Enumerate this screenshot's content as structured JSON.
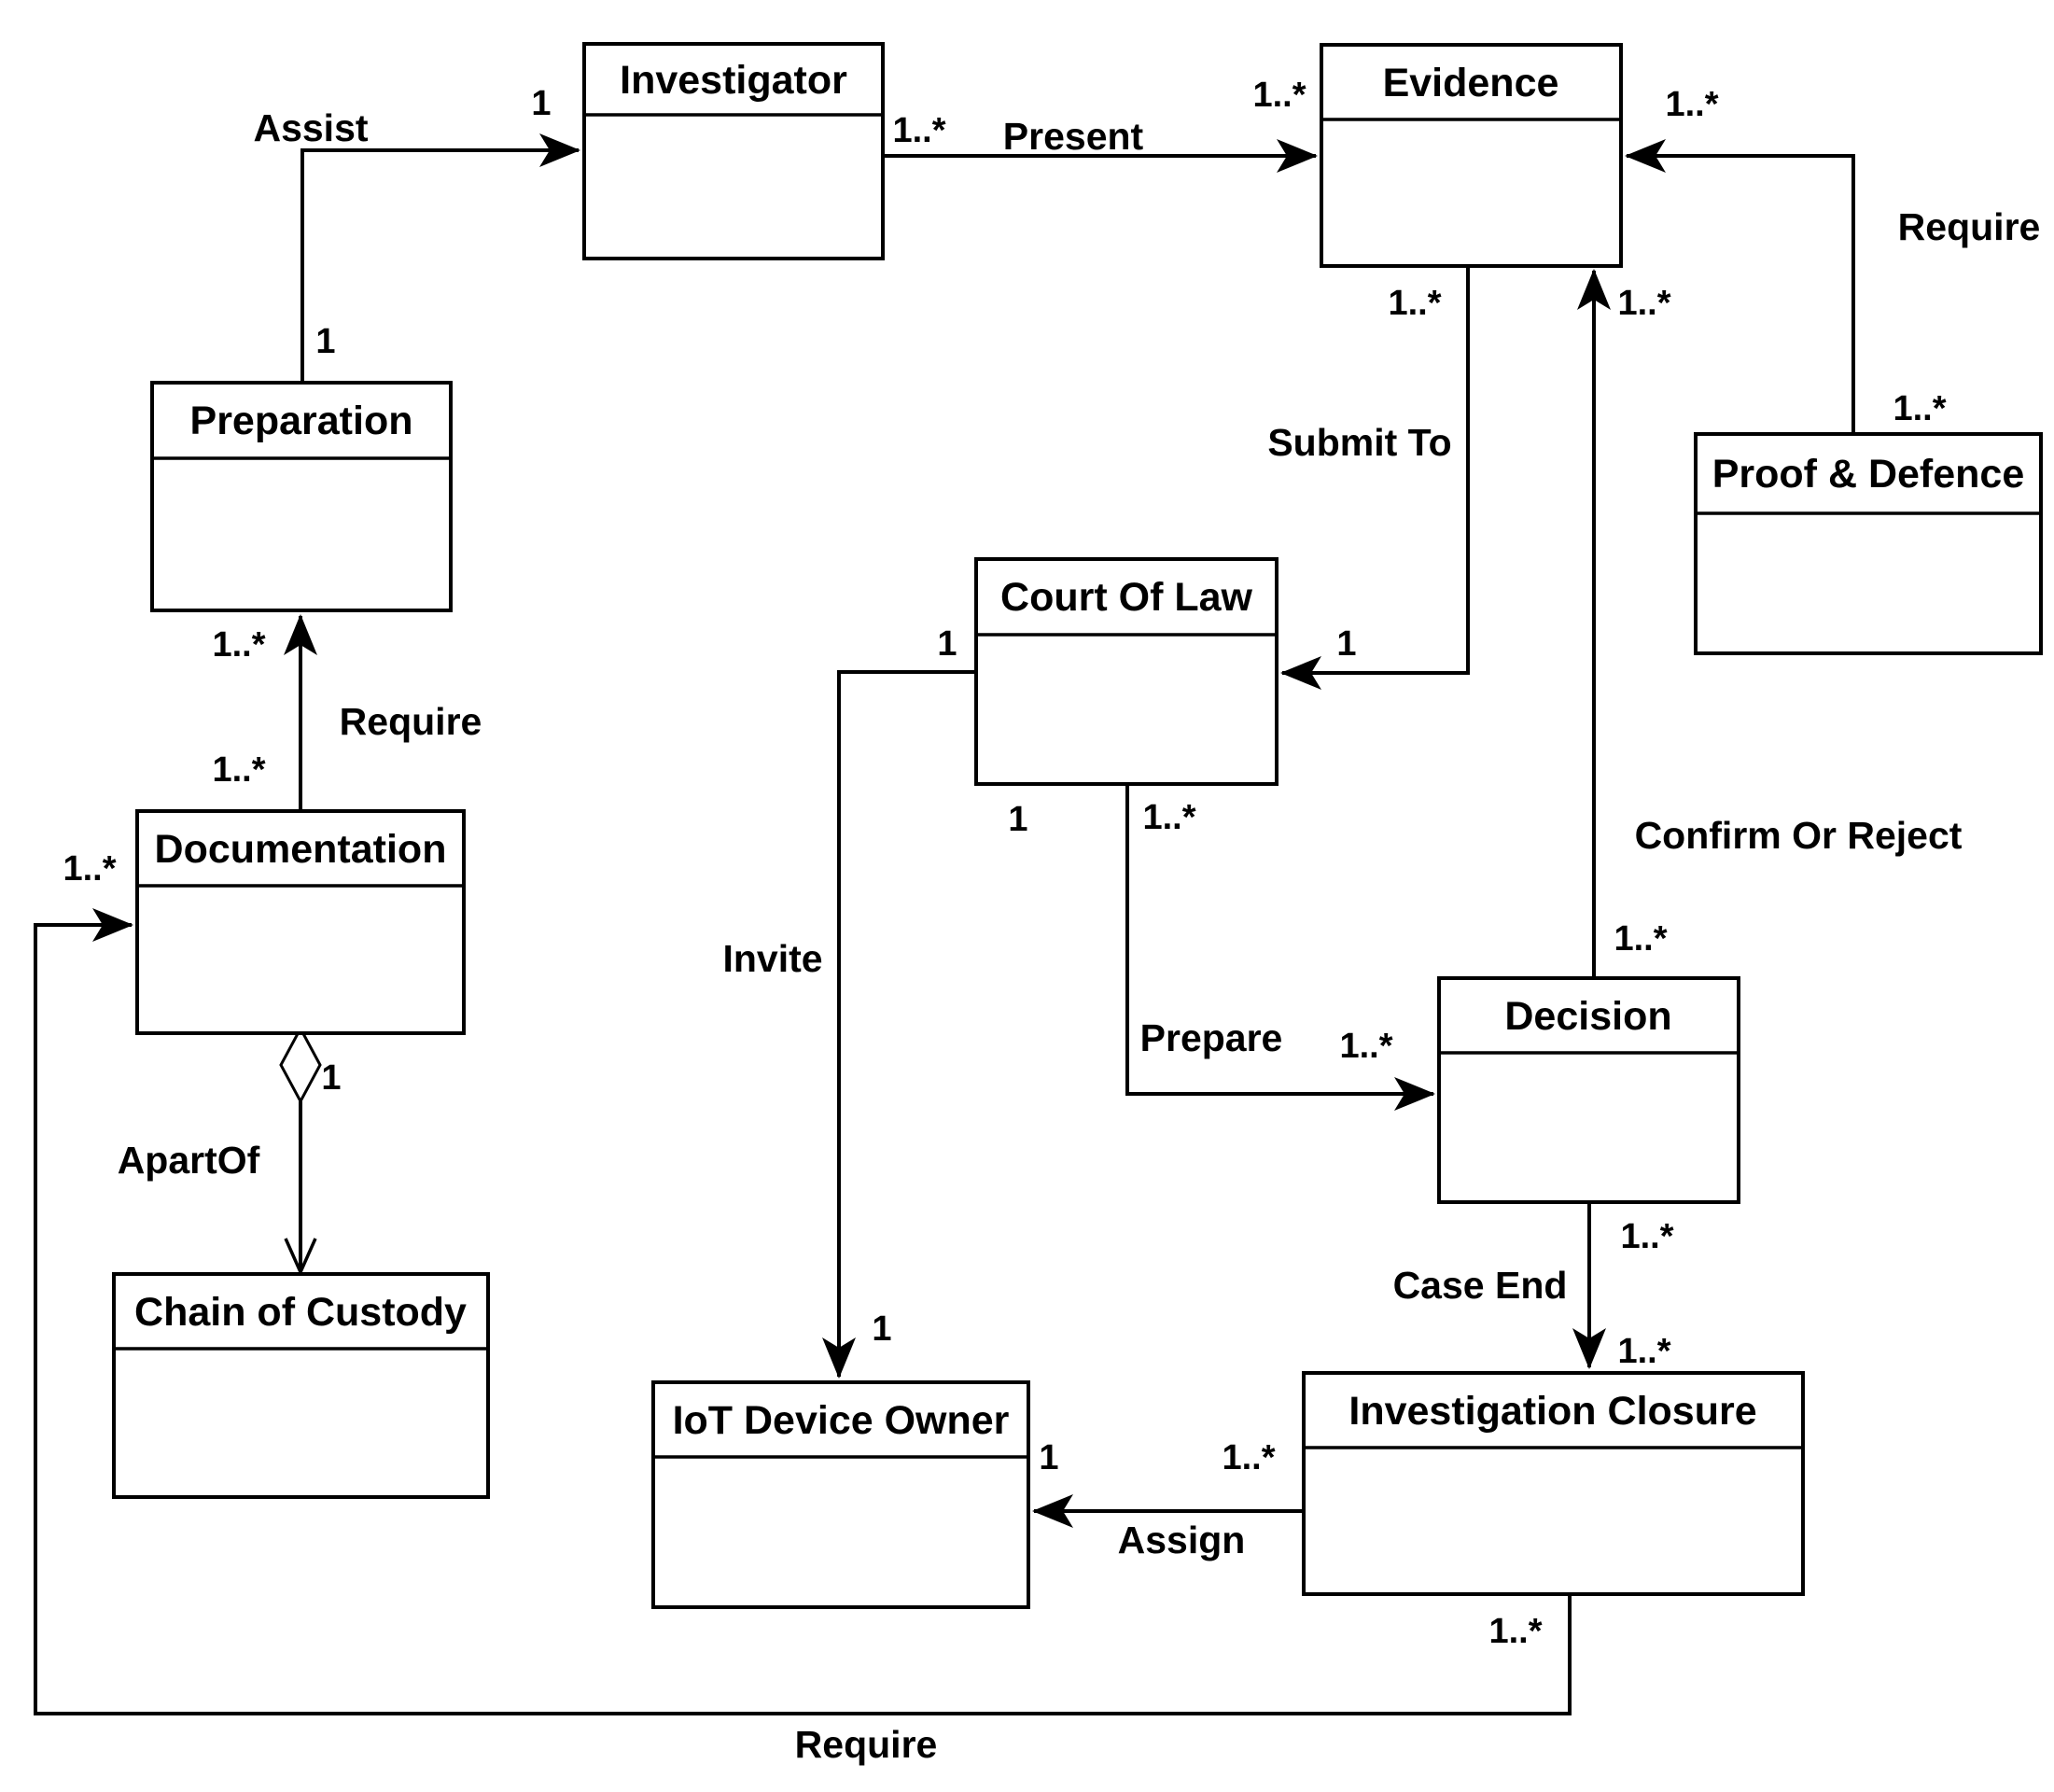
{
  "diagram": {
    "type": "uml-class-diagram",
    "background_color": "#ffffff",
    "stroke_color": "#000000",
    "classes": [
      {
        "name": "Investigator"
      },
      {
        "name": "Evidence"
      },
      {
        "name": "Preparation"
      },
      {
        "name": "Documentation"
      },
      {
        "name": "Chain of Custody"
      },
      {
        "name": "Court Of Law"
      },
      {
        "name": "Proof & Defence"
      },
      {
        "name": "Decision"
      },
      {
        "name": "IoT Device Owner"
      },
      {
        "name": "Investigation Closure"
      }
    ],
    "associations": [
      {
        "id": "assist",
        "label": "Assist",
        "from": "Preparation",
        "to": "Investigator",
        "from_multiplicity": "1",
        "to_multiplicity": "1",
        "arrow": "filled"
      },
      {
        "id": "present",
        "label": "Present",
        "from": "Investigator",
        "to": "Evidence",
        "from_multiplicity": "1..*",
        "to_multiplicity": "1..*",
        "arrow": "filled"
      },
      {
        "id": "require-evidence",
        "label": "Require",
        "from": "Proof & Defence",
        "to": "Evidence",
        "from_multiplicity": "1..*",
        "to_multiplicity": "1..*",
        "arrow": "filled"
      },
      {
        "id": "submit-to",
        "label": "Submit To",
        "from": "Evidence",
        "to": "Court Of Law",
        "from_multiplicity": "1..*",
        "to_multiplicity": "1",
        "arrow": "filled"
      },
      {
        "id": "confirm-or-reject",
        "label": "Confirm Or Reject",
        "from": "Decision",
        "to": "Evidence",
        "from_multiplicity": "1..*",
        "to_multiplicity": "1..*",
        "arrow": "filled"
      },
      {
        "id": "prepare",
        "label": "Prepare",
        "from": "Court Of Law",
        "to": "Decision",
        "from_multiplicity": "1",
        "from_multiplicity_secondary": "1..*",
        "to_multiplicity": "1..*",
        "arrow": "filled"
      },
      {
        "id": "invite",
        "label": "Invite",
        "from": "Court Of Law",
        "to": "IoT Device Owner",
        "from_multiplicity": "1",
        "to_multiplicity": "1",
        "arrow": "filled"
      },
      {
        "id": "case-end",
        "label": "Case End",
        "from": "Decision",
        "to": "Investigation Closure",
        "from_multiplicity": "1..*",
        "to_multiplicity": "1..*",
        "arrow": "filled"
      },
      {
        "id": "assign",
        "label": "Assign",
        "from": "Investigation Closure",
        "to": "IoT Device Owner",
        "from_multiplicity": "1..*",
        "to_multiplicity": "1",
        "arrow": "filled"
      },
      {
        "id": "require-documentation",
        "label": "Require",
        "from": "Investigation Closure",
        "to": "Documentation",
        "from_multiplicity": "1..*",
        "to_multiplicity": "1..*",
        "arrow": "filled"
      },
      {
        "id": "require-preparation",
        "label": "Require",
        "from": "Documentation",
        "to": "Preparation",
        "from_multiplicity": "1..*",
        "to_multiplicity": "1..*",
        "arrow": "filled"
      },
      {
        "id": "apart-of",
        "label": "ApartOf",
        "from": "Documentation",
        "to": "Chain of Custody",
        "from_multiplicity": "1",
        "to_multiplicity": "",
        "arrow": "open",
        "source_decoration": "hollow-diamond"
      }
    ]
  }
}
